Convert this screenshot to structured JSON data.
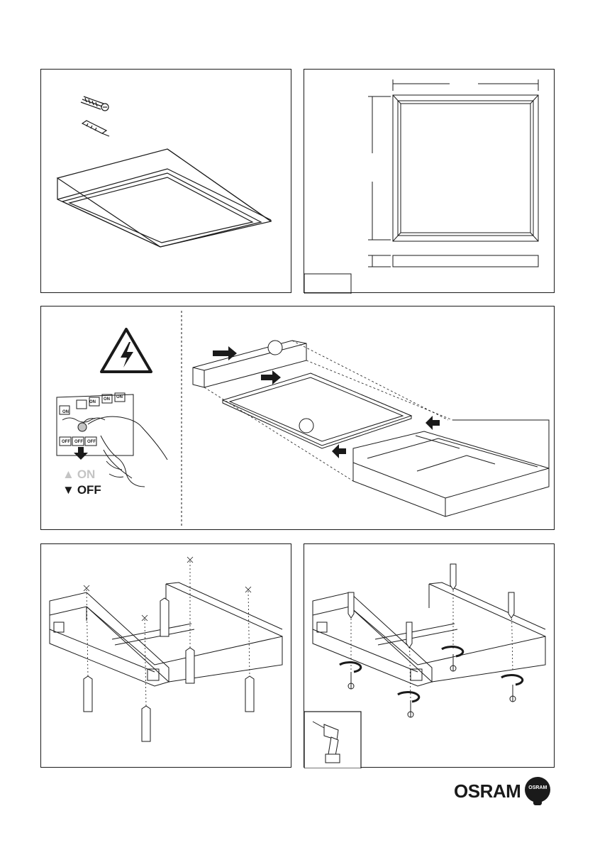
{
  "switch_panel": {
    "switch_labels": [
      "ON",
      "ON",
      "ON",
      "ON",
      "OFF",
      "OFF",
      "OFF"
    ],
    "legend_on": "ON",
    "legend_off": "OFF"
  },
  "logo": {
    "wordmark": "OSRAM",
    "bulb_text": "OSRAM"
  },
  "colors": {
    "line": "#1a1a1a",
    "accent_gray": "#c4c4c4",
    "background": "#ffffff"
  },
  "icons": [
    "screw-icon",
    "wall-plug-icon",
    "high-voltage-warning-icon",
    "arrow-icon",
    "pencil-icon",
    "rotate-arrow-icon",
    "cordless-drill-icon"
  ]
}
